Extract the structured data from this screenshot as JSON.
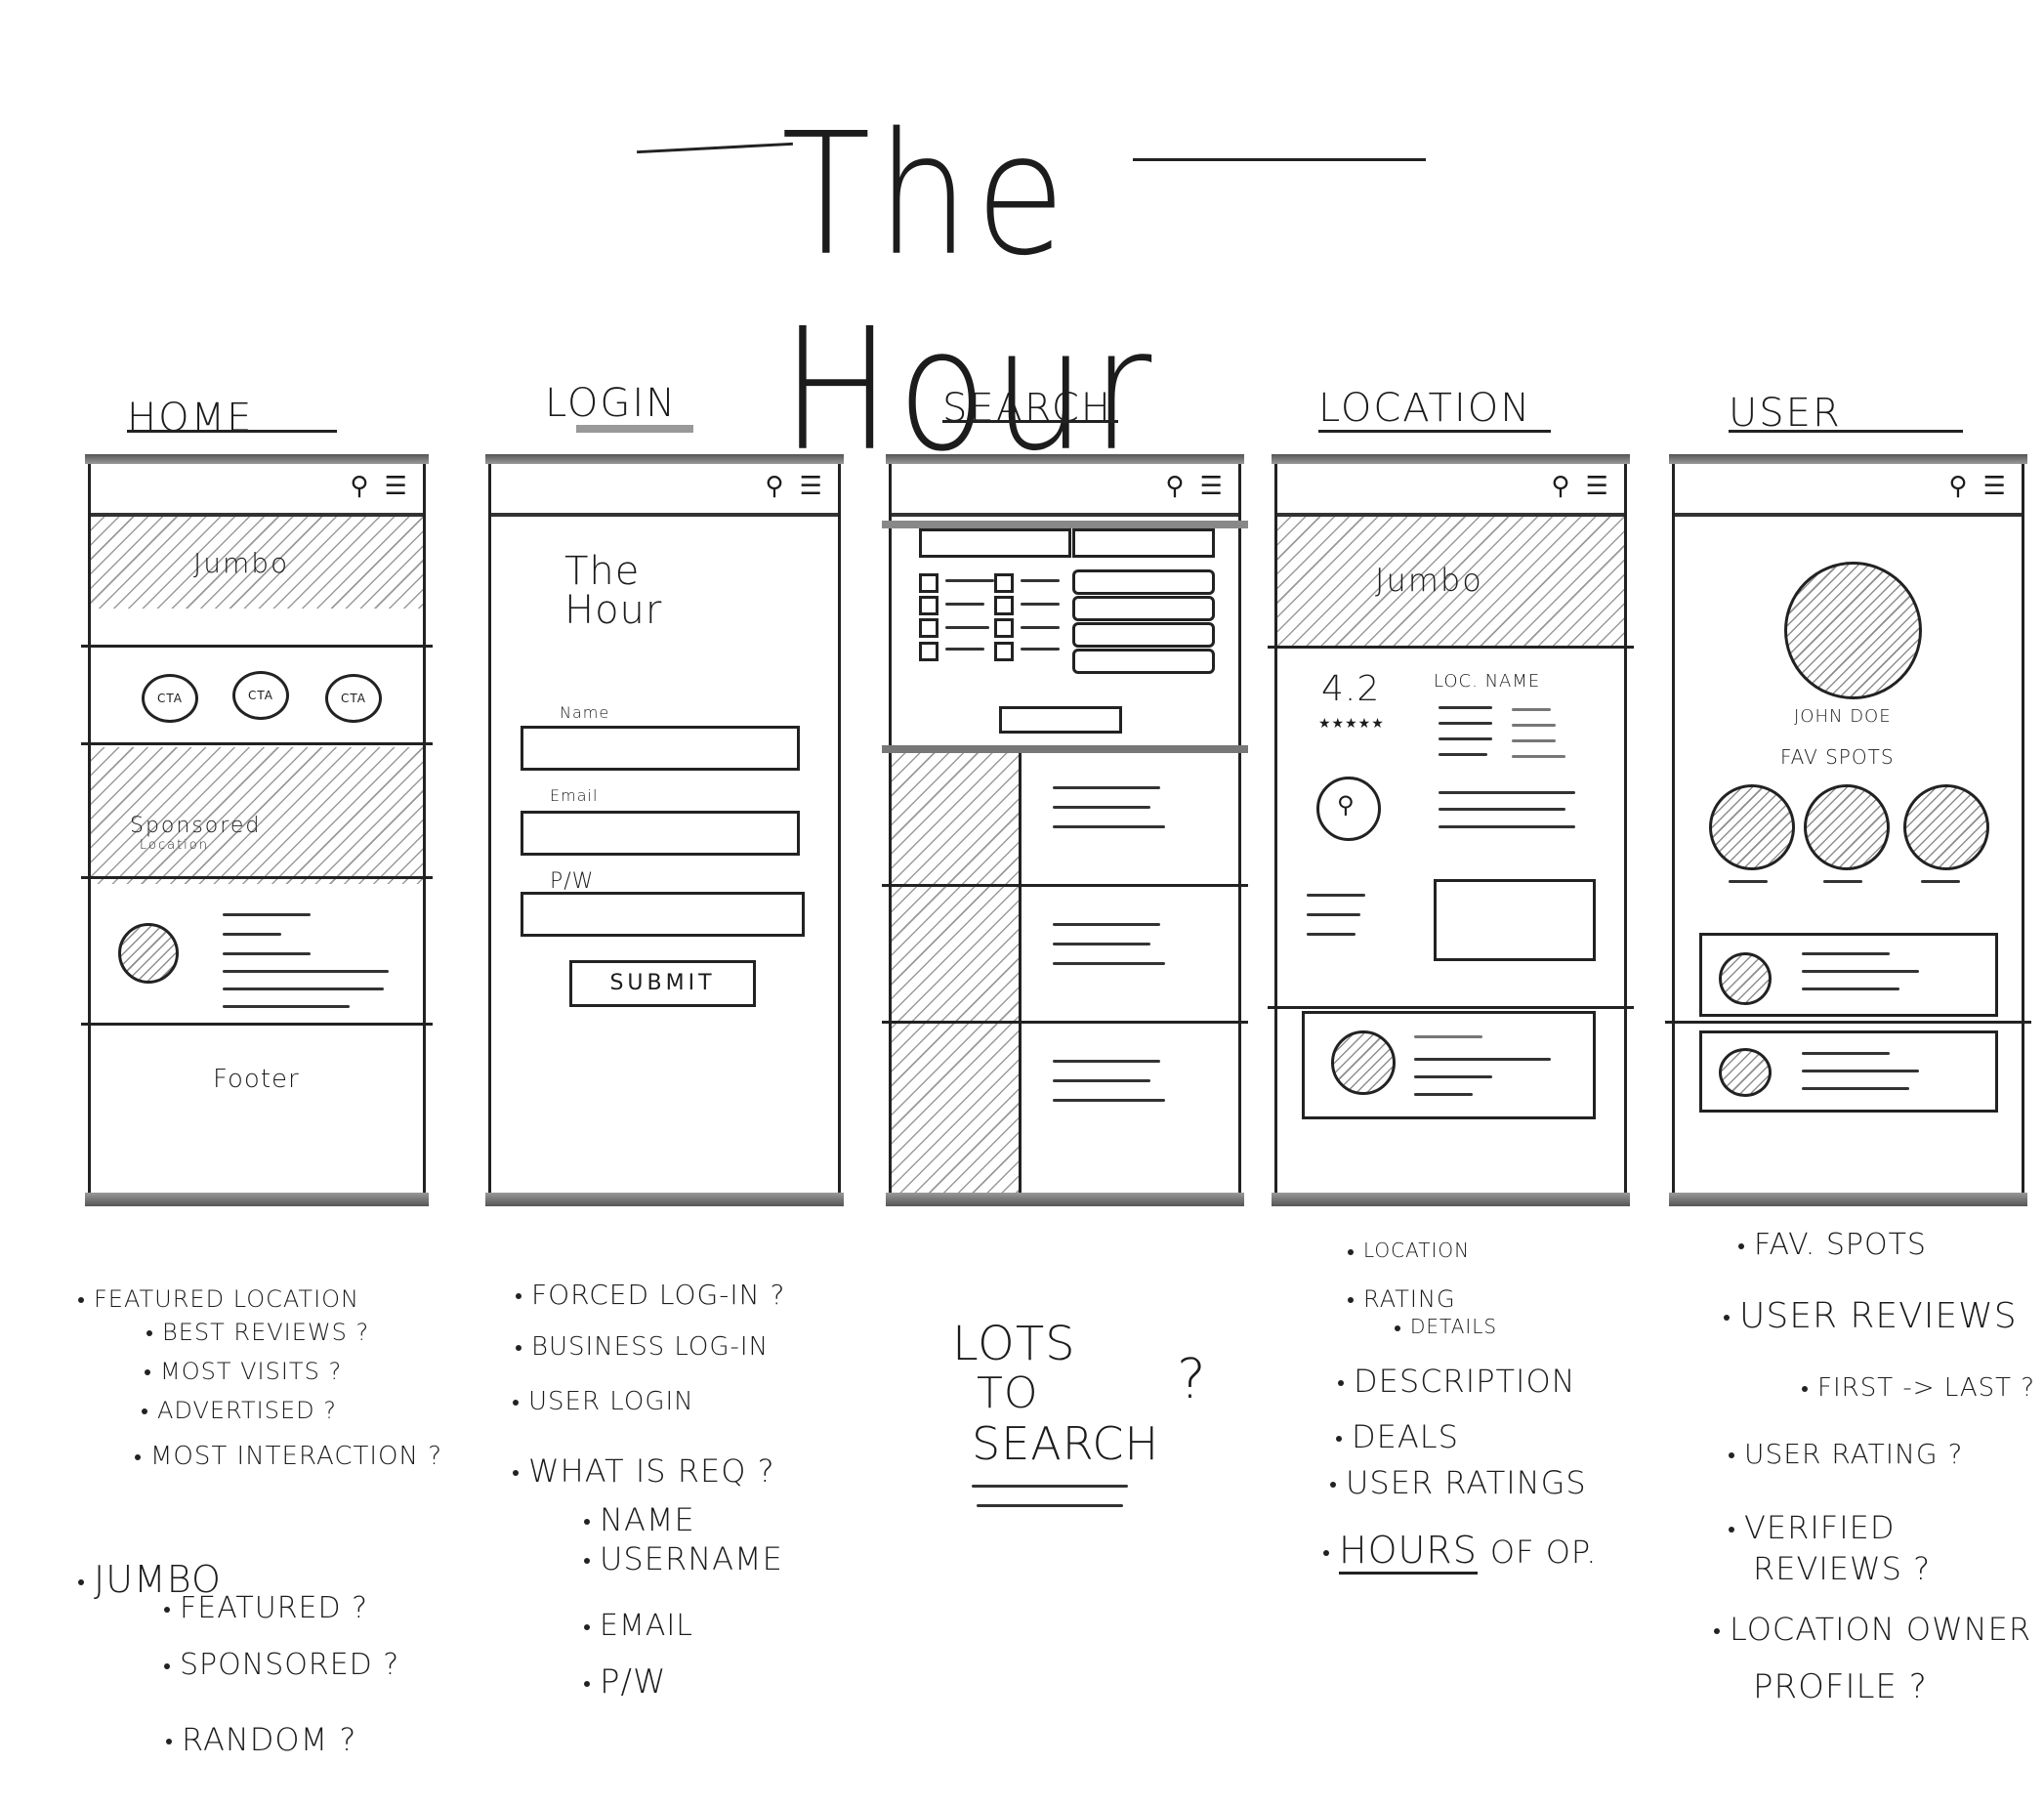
{
  "title": "The Hour",
  "screens": {
    "home": {
      "label": "Home",
      "jumbo": "Jumbo",
      "ctas": [
        "CTA",
        "CTA",
        "CTA"
      ],
      "sponsored": "Sponsored",
      "sponsored_sub": "Location",
      "footer": "Footer"
    },
    "login": {
      "label": "Login",
      "logo": "The Hour",
      "name_label": "Name",
      "email_label": "Email",
      "pw_label": "P/W",
      "submit": "Submit"
    },
    "search": {
      "label": "Search"
    },
    "location": {
      "label": "Location",
      "jumbo": "Jumbo",
      "rating": "4.2",
      "stars": "★★★★★",
      "loc_name": "Loc. Name"
    },
    "user": {
      "label": "User",
      "user_name": "John Doe",
      "fav_spots": "Fav Spots"
    }
  },
  "notes": {
    "home": {
      "featured": "Featured Location",
      "featured_items": [
        "Best Reviews ?",
        "Most Visits ?",
        "Advertised ?",
        "Most Interaction ?"
      ],
      "jumbo": "Jumbo",
      "jumbo_items": [
        "Featured ?",
        "Sponsored ?",
        "Random ?"
      ]
    },
    "login": {
      "items": [
        "Forced Log-in ?",
        "Business Log-in",
        "User Login",
        "What is req ?"
      ],
      "req_items": [
        "Name",
        "Username",
        "Email",
        "P/W"
      ]
    },
    "search": {
      "line1": "Lots",
      "line2": "to",
      "line3": "Search",
      "mark": "?"
    },
    "location": {
      "items": [
        "Location",
        "Rating",
        "Details",
        "Description",
        "Deals",
        "User Ratings"
      ],
      "hours": "Hours",
      "hours_rest": "of Op."
    },
    "user": {
      "items": [
        "Fav. Spots",
        "User Reviews",
        "First -> Last ?",
        "User Rating ?",
        "Verified",
        "Reviews ?",
        "Location Owner",
        "Profile ?"
      ]
    }
  }
}
